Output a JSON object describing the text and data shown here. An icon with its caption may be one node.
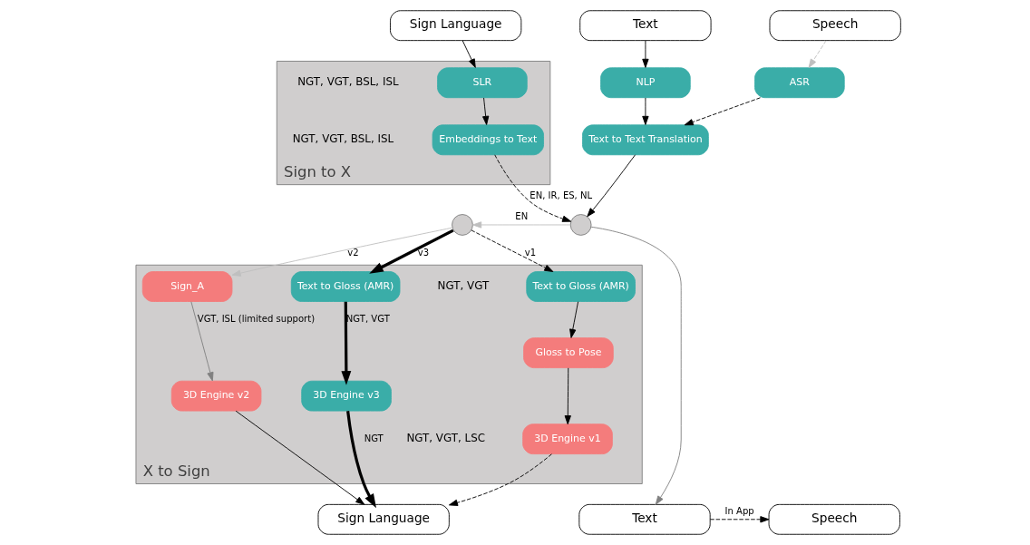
{
  "diagram": {
    "nodes": [
      {
        "text": [
          "Sign to X"
        ]
      },
      {
        "text": [
          "Sign Language"
        ]
      },
      {
        "text": [
          "SLR"
        ],
        "in": 0,
        "beside": [
          "NGT, VGT, BSL, ISL"
        ]
      },
      {
        "text": [
          "Embeddings to Text"
        ],
        "in": 0,
        "beside": [
          "NGT, VGT, BSL, ISL"
        ]
      },
      {
        "text": [
          "Text"
        ]
      },
      {
        "text": [
          "Speech"
        ]
      },
      {
        "text": [
          "NLP"
        ]
      },
      {
        "text": [
          "ASR"
        ]
      },
      {
        "text": [
          "Text to Text Translation"
        ]
      },
      {
        "text": [],
        "shape": "circle"
      },
      {
        "text": [],
        "shape": "circle"
      },
      {
        "text": [
          "X to Sign"
        ]
      },
      {
        "text": [
          "Text to Gloss (AMR)"
        ],
        "in": 11,
        "beside": [
          "NGT, VGT"
        ]
      },
      {
        "text": [
          "Sign_A"
        ],
        "in": 11
      },
      {
        "text": [
          "Text to Gloss (AMR)"
        ],
        "in": 11
      },
      {
        "text": [
          "Gloss to Pose"
        ],
        "in": 11
      },
      {
        "text": [
          "3D Engine v1"
        ],
        "in": 11,
        "beside": [
          "NGT, VGT, LSC"
        ]
      },
      {
        "text": [
          "3D Engine v2"
        ],
        "in": 11
      },
      {
        "text": [
          "3D Engine v3"
        ],
        "in": 11
      },
      {
        "text": [
          "Sign Language"
        ]
      },
      {
        "text": [
          "Text"
        ]
      },
      {
        "text": [
          "Speech"
        ]
      }
    ],
    "edges": [
      {
        "from": 1,
        "to": 2,
        "arrow": "to"
      },
      {
        "from": 2,
        "to": 3,
        "arrow": "to"
      },
      {
        "from": 3,
        "to": 10,
        "arrow": "to",
        "label": "EN, IR, ES, NL",
        "style": "dashed"
      },
      {
        "from": 4,
        "to": 6,
        "arrow": "to"
      },
      {
        "from": 5,
        "to": 7,
        "arrow": "to",
        "style": "dashed",
        "color": "#bfbfbf"
      },
      {
        "from": 6,
        "to": 8,
        "arrow": "to"
      },
      {
        "from": 7,
        "to": 8,
        "arrow": "to",
        "style": "dashed"
      },
      {
        "from": 8,
        "to": 10,
        "arrow": "to"
      },
      {
        "from": 10,
        "to": 9,
        "arrow": "to",
        "label": "EN",
        "color": "#bfbfbf"
      },
      {
        "from": 9,
        "to": 12,
        "arrow": "to",
        "label": "v1",
        "style": "dashed"
      },
      {
        "from": 9,
        "to": 13,
        "arrow": "to",
        "label": "v2",
        "color": "#bfbfbf"
      },
      {
        "from": 9,
        "to": 14,
        "arrow": "to",
        "label": "v3",
        "style": "thick"
      },
      {
        "from": 12,
        "to": 15,
        "arrow": "to"
      },
      {
        "from": 15,
        "to": 16,
        "arrow": "to"
      },
      {
        "from": 13,
        "to": 17,
        "arrow": "to",
        "label": "VGT, ISL (limited support)",
        "color": "#808080"
      },
      {
        "from": 14,
        "to": 18,
        "arrow": "to",
        "label": "NGT, VGT",
        "style": "thick"
      },
      {
        "from": 16,
        "to": 19,
        "arrow": "to",
        "style": "dashed"
      },
      {
        "from": 17,
        "to": 19,
        "arrow": "to"
      },
      {
        "from": 18,
        "to": 19,
        "arrow": "to",
        "label": "NGT",
        "style": "thick"
      },
      {
        "from": 10,
        "to": 20,
        "arrow": "to",
        "color": "#808080"
      },
      {
        "from": 20,
        "to": 21,
        "arrow": "to",
        "label": "In App",
        "style": "dashed"
      }
    ]
  }
}
